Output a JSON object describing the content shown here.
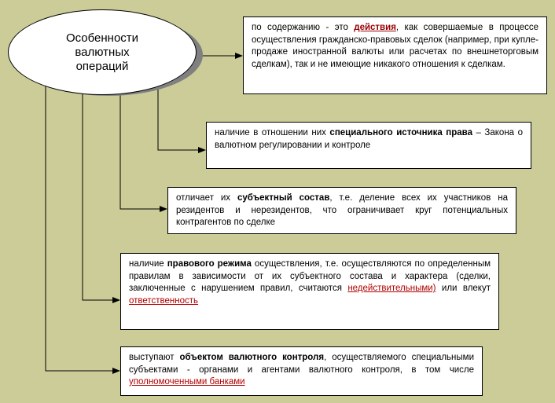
{
  "center": {
    "title": "Особенности валютных операций"
  },
  "boxes": [
    {
      "t1": "по содержанию - это ",
      "b": "действия",
      "t2": ", как совершаемые в процессе осуществления  гражданско-правовых сделок (например, при купле-продаже иностранной валюты или расчетах по внешнеторговым сделкам), так и не имеющие никакого отношения к сделкам."
    },
    {
      "t1": "наличие в отношении них ",
      "b": "специального источника права",
      "t2": " – Закона о валютном регулировании и контроле"
    },
    {
      "t1": "отличает их ",
      "b": "субъектный состав",
      "t2": ", т.е. деление всех их участников на резидентов и нерезидентов, что ограничивает круг потенциальных контрагентов по сделке"
    },
    {
      "t1": "наличие ",
      "b": "правового режима",
      "t2": " осуществления, т.е. осуществляются по определенным правилам в зависимости от их субъектного состава и характера (сделки, заключенные с нарушением правил, считаются ",
      "l1": "недействительными)",
      "t3": " или влекут ",
      "l2": "ответственность"
    },
    {
      "t1": "выступают ",
      "b": "объектом валютного контроля",
      "t2": ", осуществляемого специальными субъектами - органами и агентами валютного контроля, в том числе ",
      "l1": "уполномоченными банками"
    }
  ]
}
